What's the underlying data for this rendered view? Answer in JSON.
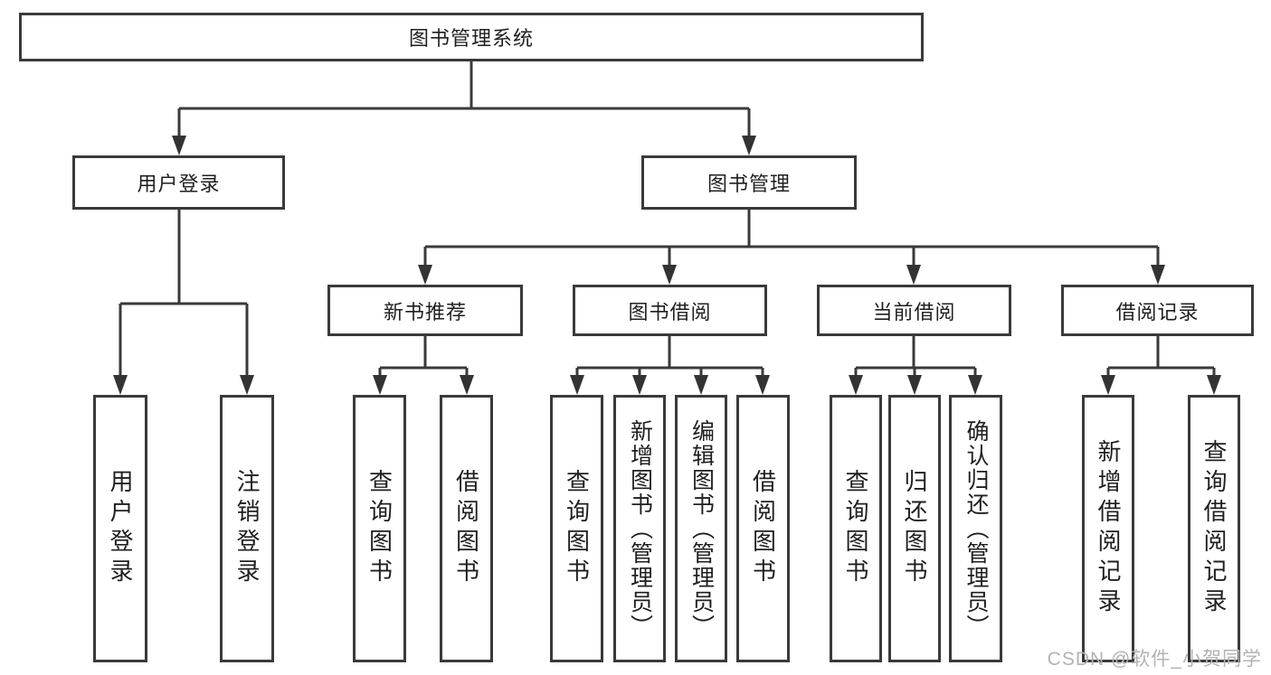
{
  "diagram_title": "图书管理系统",
  "nodes": {
    "root": {
      "label": "图书管理系统"
    },
    "user_login": {
      "label": "用户登录"
    },
    "book_mgmt": {
      "label": "图书管理"
    },
    "new_book_rec": {
      "label": "新书推荐"
    },
    "book_borrow": {
      "label": "图书借阅"
    },
    "current_borrow": {
      "label": "当前借阅"
    },
    "borrow_record": {
      "label": "借阅记录"
    },
    "leaf_user_login": {
      "label": "用户登录"
    },
    "leaf_logout": {
      "label": "注销登录"
    },
    "rec_query_book": {
      "label": "查询图书"
    },
    "rec_borrow_book": {
      "label": "借阅图书"
    },
    "bb_query_book": {
      "label": "查询图书"
    },
    "bb_add_book": {
      "label": "新增图书（管理员）"
    },
    "bb_edit_book": {
      "label": "编辑图书（管理员）"
    },
    "bb_borrow_book": {
      "label": "借阅图书"
    },
    "cb_query_book": {
      "label": "查询图书"
    },
    "cb_return_book": {
      "label": "归还图书"
    },
    "cb_confirm_return": {
      "label": "确认归还（管理员）"
    },
    "br_add_record": {
      "label": "新增借阅记录"
    },
    "br_query_record": {
      "label": "查询借阅记录"
    }
  },
  "connector_color": "#3a3a3a",
  "watermark": {
    "text": "CSDN @软件_小贺同学"
  }
}
